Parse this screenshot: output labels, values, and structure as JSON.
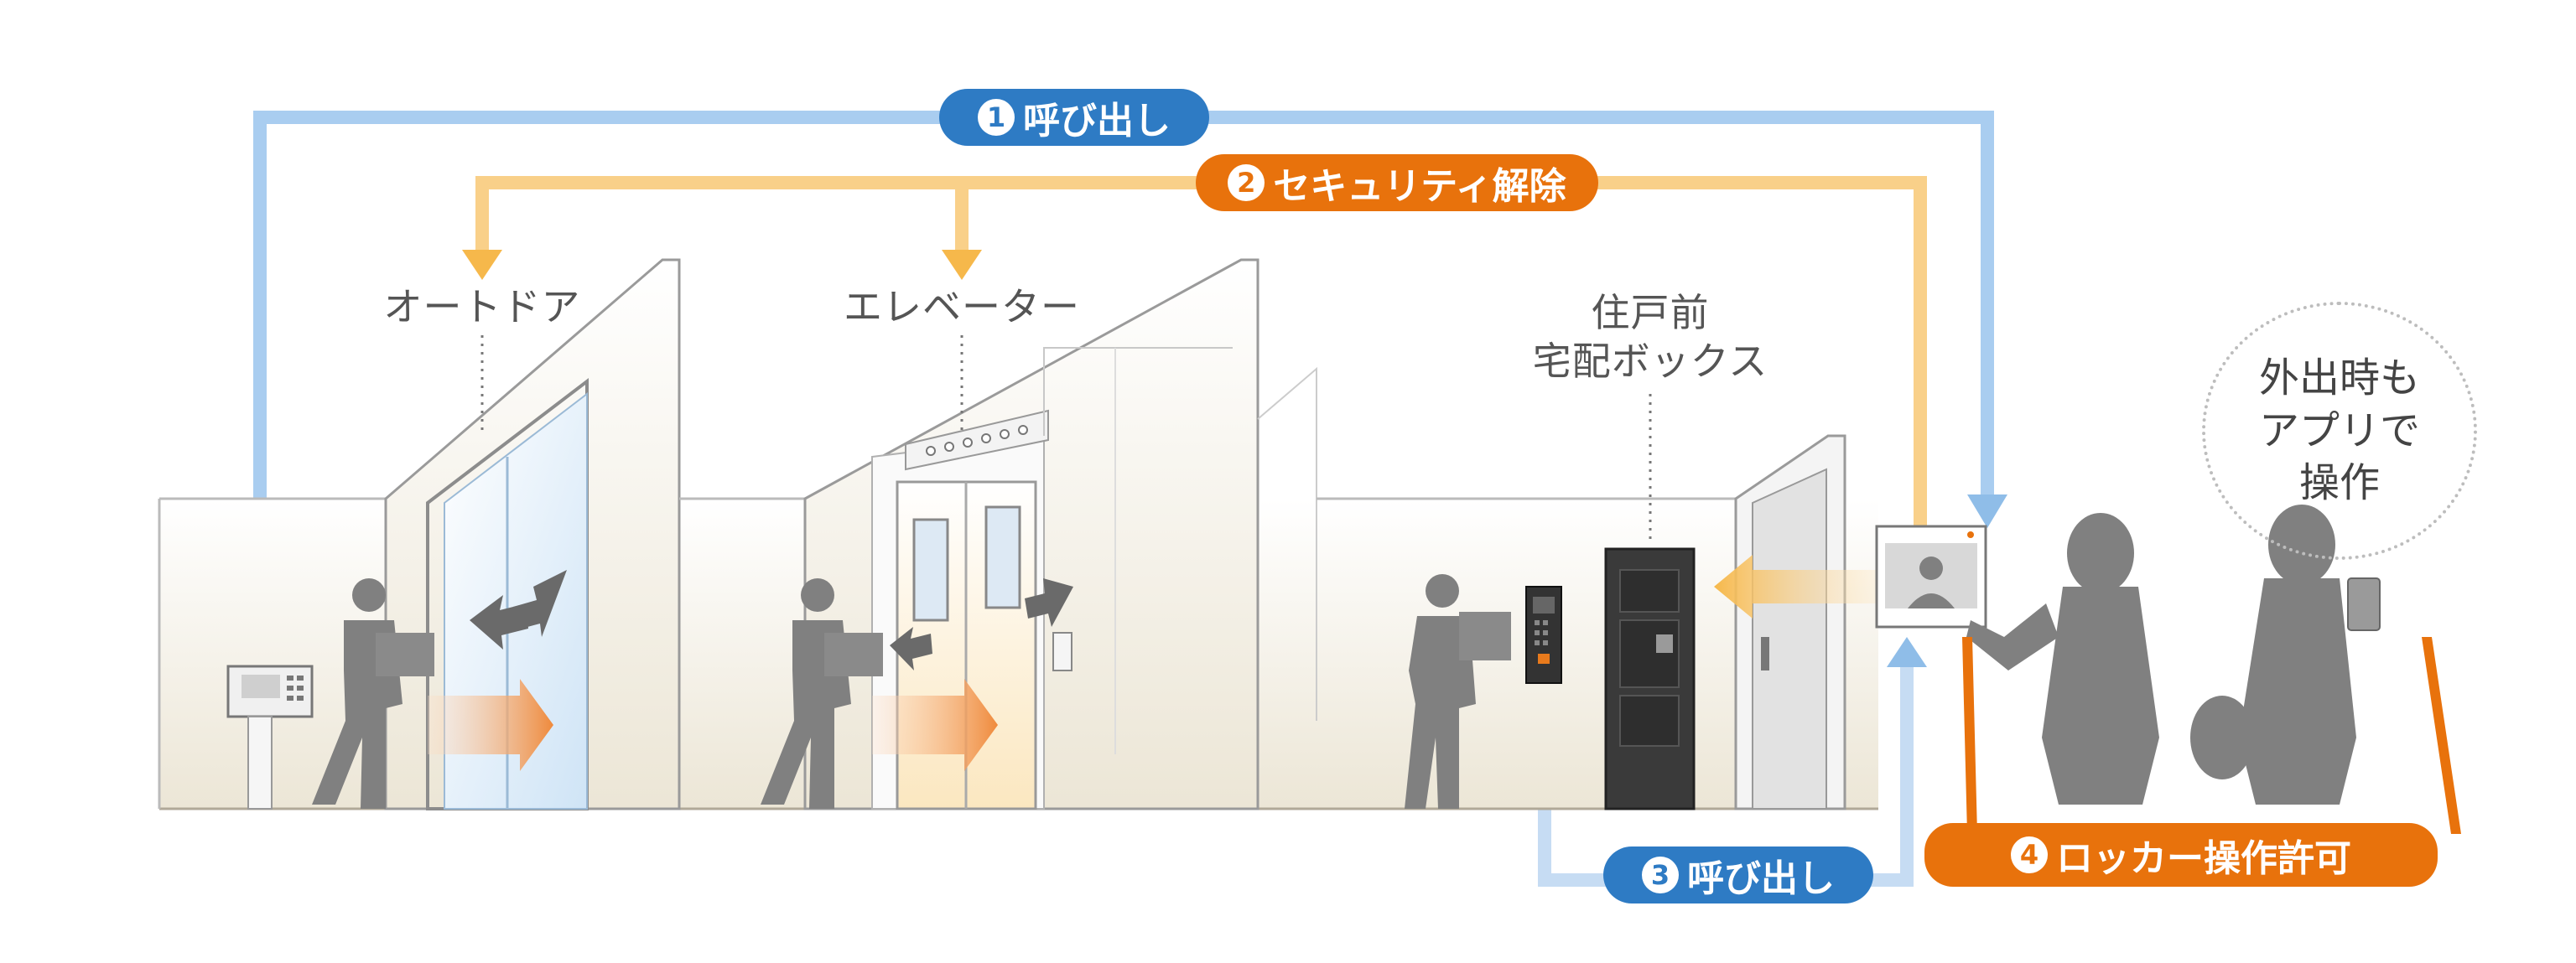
{
  "steps": {
    "call_top": {
      "num": "1",
      "label": "呼び出し"
    },
    "security": {
      "num": "2",
      "label": "セキュリティ解除"
    },
    "call_bottom": {
      "num": "3",
      "label": "呼び出し"
    },
    "locker": {
      "num": "4",
      "label": "ロッカー操作許可"
    }
  },
  "labels": {
    "autodoor": "オートドア",
    "elevator": "エレベーター",
    "box_line1": "住戸前",
    "box_line2": "宅配ボックス",
    "bubble_line1": "外出時も",
    "bubble_line2": "アプリで",
    "bubble_line3": "操作"
  },
  "colors": {
    "blue_accent": "#2e7bc4",
    "blue_line": "#a9cdf0",
    "orange_accent": "#e8720c",
    "orange_line": "#f7c46e",
    "silhouette": "#808080"
  }
}
